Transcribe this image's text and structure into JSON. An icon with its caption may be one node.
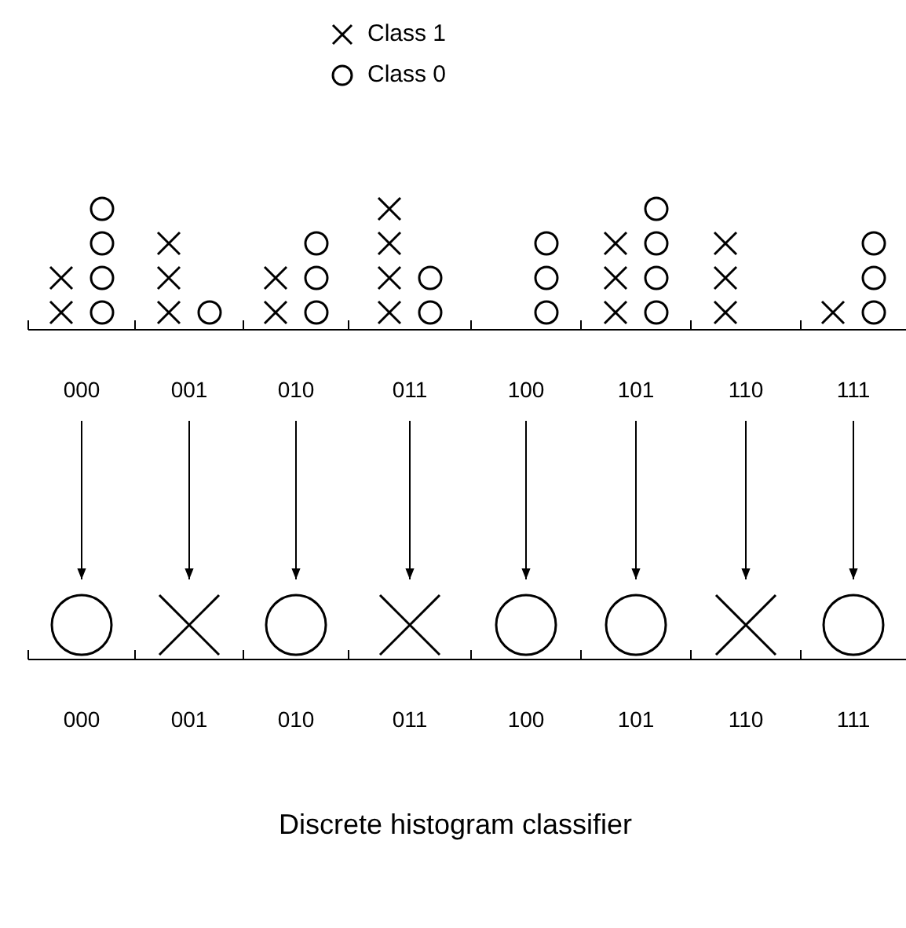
{
  "diagram": {
    "caption": "Discrete histogram classifier",
    "nodes": [
      {
        "text": [
          "000"
        ]
      },
      {
        "text": [
          "001"
        ]
      },
      {
        "text": [
          "010"
        ]
      },
      {
        "text": [
          "011"
        ]
      },
      {
        "text": [
          "100"
        ]
      },
      {
        "text": [
          "101"
        ]
      },
      {
        "text": [
          "110"
        ]
      },
      {
        "text": [
          "111"
        ]
      },
      {
        "text": [],
        "shape": "circle"
      },
      {
        "text": [],
        "shape": "cross"
      },
      {
        "text": [],
        "shape": "circle"
      },
      {
        "text": [],
        "shape": "cross"
      },
      {
        "text": [],
        "shape": "circle"
      },
      {
        "text": [],
        "shape": "circle"
      },
      {
        "text": [],
        "shape": "cross"
      },
      {
        "text": [],
        "shape": "circle"
      }
    ],
    "edges": [
      {
        "from": 0,
        "to": 8,
        "arrow": "to"
      },
      {
        "from": 1,
        "to": 9,
        "arrow": "to"
      },
      {
        "from": 2,
        "to": 10,
        "arrow": "to"
      },
      {
        "from": 3,
        "to": 11,
        "arrow": "to"
      },
      {
        "from": 4,
        "to": 12,
        "arrow": "to"
      },
      {
        "from": 5,
        "to": 13,
        "arrow": "to"
      },
      {
        "from": 6,
        "to": 14,
        "arrow": "to"
      },
      {
        "from": 7,
        "to": 15,
        "arrow": "to"
      }
    ],
    "labels": [
      "000",
      "001",
      "010",
      "011",
      "100",
      "101",
      "110",
      "111"
    ],
    "legend": [
      {
        "text": "Class 1"
      },
      {
        "text": "Class 0"
      }
    ]
  }
}
